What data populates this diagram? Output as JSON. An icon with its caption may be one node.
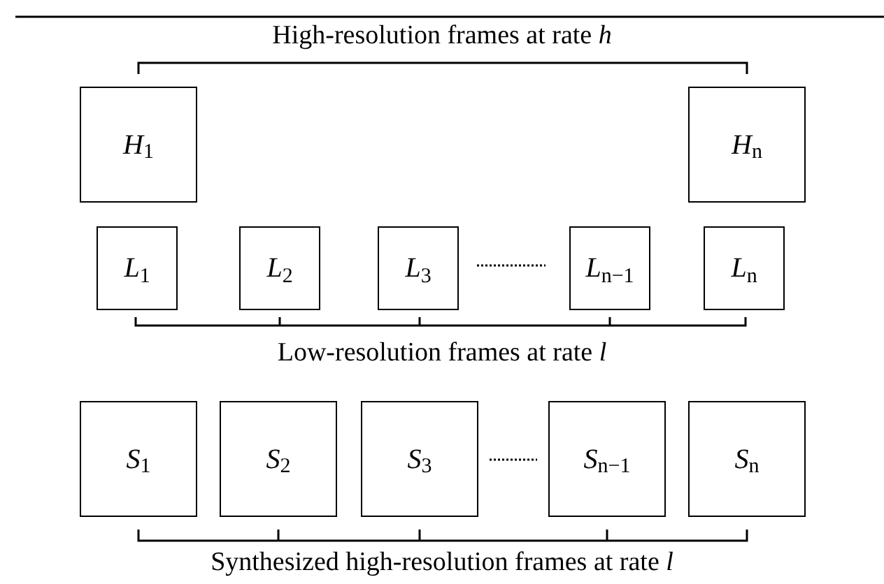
{
  "diagram": {
    "nodes": [
      {
        "text": [
          "*H*$_{1}$"
        ]
      },
      {
        "text": [
          "*H*$_{n}$"
        ]
      },
      {
        "text": [
          "*L*$_{1}$"
        ]
      },
      {
        "text": [
          "*L*$_{2}$"
        ]
      },
      {
        "text": [
          "*L*$_{3}$"
        ]
      },
      {
        "text": [
          "*L*$_{n−1}$"
        ]
      },
      {
        "text": [
          "*L*$_{n}$"
        ]
      },
      {
        "text": [
          "*S*$_{1}$"
        ]
      },
      {
        "text": [
          "*S*$_{2}$"
        ]
      },
      {
        "text": [
          "*S*$_{3}$"
        ]
      },
      {
        "text": [
          "*S*$_{n−1}$"
        ]
      },
      {
        "text": [
          "*S*$_{n}$"
        ]
      }
    ],
    "labels": [
      "High-resolution frames at rate *h*",
      "Low-resolution frames at rate *l*",
      "Synthesized high-resolution frames at rate *l*"
    ]
  }
}
